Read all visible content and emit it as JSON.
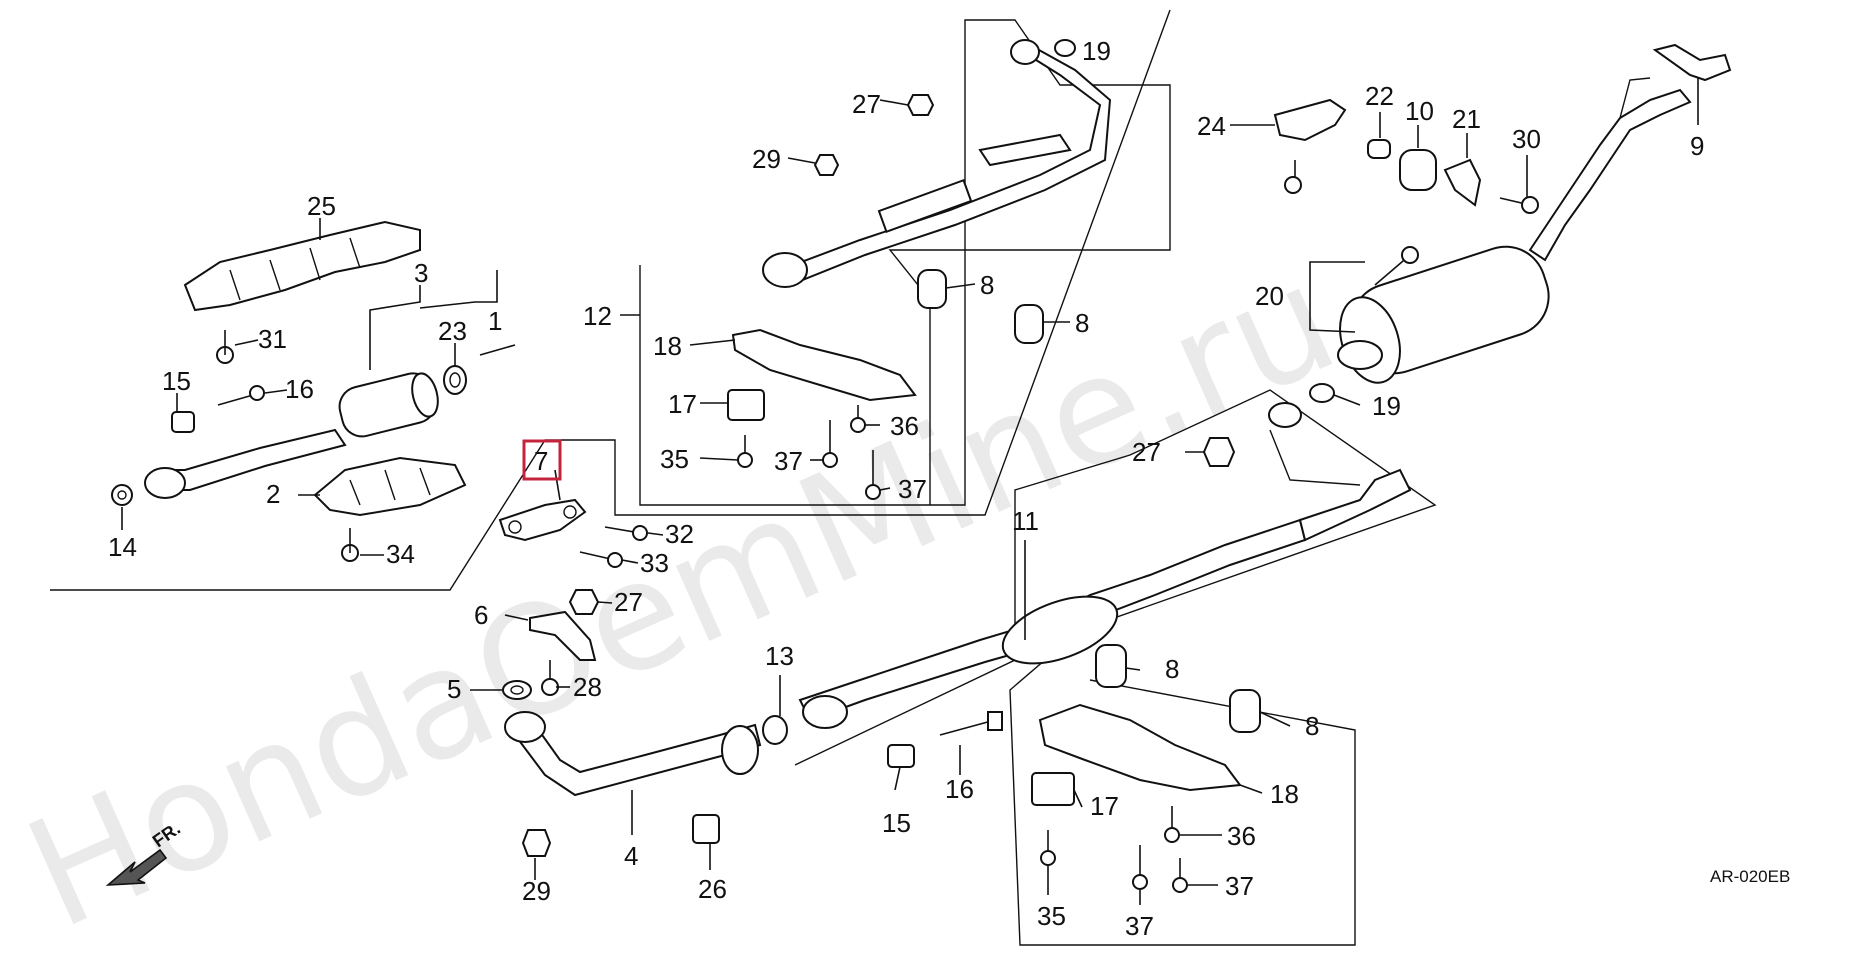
{
  "watermark": "HondaOemMine.ru",
  "diagram_code": "AR-020EB",
  "front_label": "FR.",
  "highlight_part": "7",
  "callouts": [
    {
      "id": "c25a",
      "n": "25"
    },
    {
      "id": "c3",
      "n": "3"
    },
    {
      "id": "c1",
      "n": "1"
    },
    {
      "id": "c23",
      "n": "23"
    },
    {
      "id": "c31",
      "n": "31"
    },
    {
      "id": "c15a",
      "n": "15"
    },
    {
      "id": "c16a",
      "n": "16"
    },
    {
      "id": "c2",
      "n": "2"
    },
    {
      "id": "c14",
      "n": "14"
    },
    {
      "id": "c34",
      "n": "34"
    },
    {
      "id": "c7",
      "n": "7"
    },
    {
      "id": "c32",
      "n": "32"
    },
    {
      "id": "c33",
      "n": "33"
    },
    {
      "id": "c27a",
      "n": "27"
    },
    {
      "id": "c6",
      "n": "6"
    },
    {
      "id": "c5",
      "n": "5"
    },
    {
      "id": "c28",
      "n": "28"
    },
    {
      "id": "c29a",
      "n": "29"
    },
    {
      "id": "c4",
      "n": "4"
    },
    {
      "id": "c26",
      "n": "26"
    },
    {
      "id": "c13",
      "n": "13"
    },
    {
      "id": "c15b",
      "n": "15"
    },
    {
      "id": "c16b",
      "n": "16"
    },
    {
      "id": "c11",
      "n": "11"
    },
    {
      "id": "c27b",
      "n": "27"
    },
    {
      "id": "c19a",
      "n": "19"
    },
    {
      "id": "c27c",
      "n": "27"
    },
    {
      "id": "c29b",
      "n": "29"
    },
    {
      "id": "c12",
      "n": "12"
    },
    {
      "id": "c18a",
      "n": "18"
    },
    {
      "id": "c17a",
      "n": "17"
    },
    {
      "id": "c35a",
      "n": "35"
    },
    {
      "id": "c37a",
      "n": "37"
    },
    {
      "id": "c36a",
      "n": "36"
    },
    {
      "id": "c37b",
      "n": "37"
    },
    {
      "id": "c8a",
      "n": "8"
    },
    {
      "id": "c8b",
      "n": "8"
    },
    {
      "id": "c24",
      "n": "24"
    },
    {
      "id": "c22",
      "n": "22"
    },
    {
      "id": "c10",
      "n": "10"
    },
    {
      "id": "c21",
      "n": "21"
    },
    {
      "id": "c30",
      "n": "30"
    },
    {
      "id": "c9",
      "n": "9"
    },
    {
      "id": "c20",
      "n": "20"
    },
    {
      "id": "c19b",
      "n": "19"
    },
    {
      "id": "c8c",
      "n": "8"
    },
    {
      "id": "c8d",
      "n": "8"
    },
    {
      "id": "c17b",
      "n": "17"
    },
    {
      "id": "c18b",
      "n": "18"
    },
    {
      "id": "c36b",
      "n": "36"
    },
    {
      "id": "c35b",
      "n": "35"
    },
    {
      "id": "c37c",
      "n": "37"
    },
    {
      "id": "c37d",
      "n": "37"
    }
  ]
}
